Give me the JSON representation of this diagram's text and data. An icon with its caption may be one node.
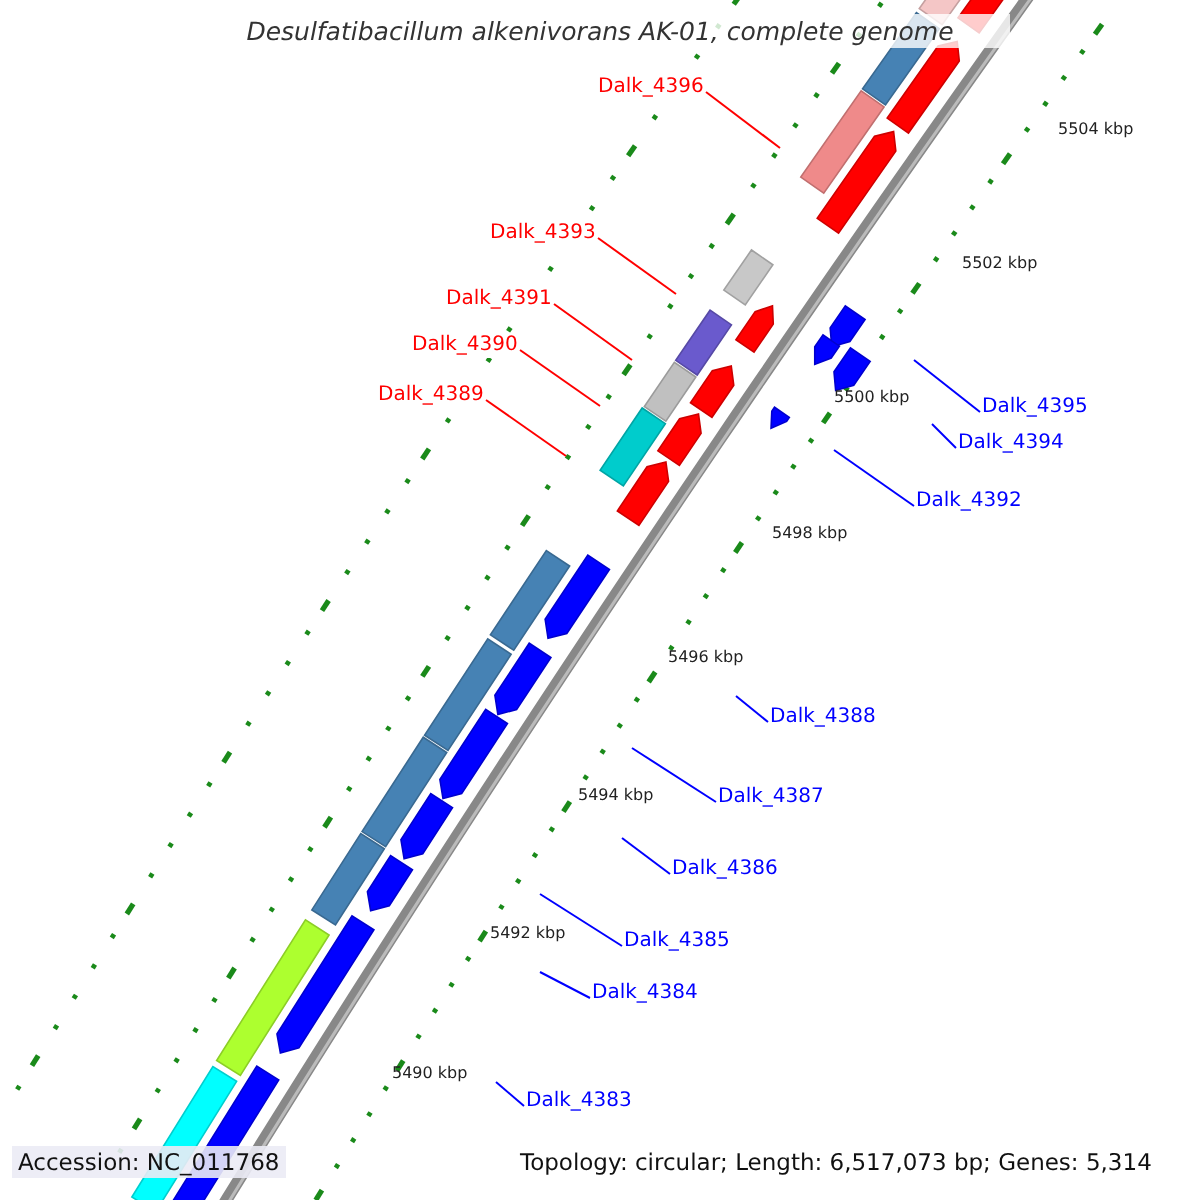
{
  "diagram": {
    "title": "Desulfatibacillum alkenivorans AK-01, complete genome",
    "nodes": [
      {
        "text": [
          "Dalk_4396"
        ]
      },
      {
        "text": [
          "Dalk_4393"
        ]
      },
      {
        "text": [
          "Dalk_4391"
        ]
      },
      {
        "text": [
          "Dalk_4395"
        ]
      },
      {
        "text": [
          "Dalk_4390"
        ]
      },
      {
        "text": [
          "Dalk_4394"
        ]
      },
      {
        "text": [
          "Dalk_4389"
        ]
      },
      {
        "text": [
          "Dalk_4392"
        ]
      },
      {
        "text": [
          "Dalk_4388"
        ]
      },
      {
        "text": [
          "Dalk_4387"
        ]
      },
      {
        "text": [
          "Dalk_4386"
        ]
      },
      {
        "text": [
          "Dalk_4385"
        ]
      },
      {
        "text": [
          "Dalk_4384"
        ]
      },
      {
        "text": [
          "Dalk_4383"
        ]
      }
    ],
    "edges": [
      {
        "from": 0,
        "to": null,
        "arrow": "none",
        "color": "#ff0000"
      },
      {
        "from": 1,
        "to": null,
        "arrow": "none",
        "color": "#ff0000"
      },
      {
        "from": 2,
        "to": null,
        "arrow": "none",
        "color": "#ff0000"
      },
      {
        "from": 3,
        "to": null,
        "arrow": "none"
      },
      {
        "from": 4,
        "to": null,
        "arrow": "none",
        "color": "#ff0000"
      },
      {
        "from": 5,
        "to": null,
        "arrow": "none"
      },
      {
        "from": 6,
        "to": null,
        "arrow": "none",
        "color": "#ff0000"
      },
      {
        "from": 7,
        "to": null,
        "arrow": "none"
      },
      {
        "from": 8,
        "to": null,
        "arrow": "none"
      },
      {
        "from": 9,
        "to": null,
        "arrow": "none"
      },
      {
        "from": 10,
        "to": null,
        "arrow": "none"
      },
      {
        "from": 11,
        "to": null,
        "arrow": "none"
      },
      {
        "from": 12,
        "to": null,
        "arrow": "none"
      },
      {
        "from": 13,
        "to": null,
        "arrow": "none"
      }
    ],
    "labels": [
      "5504 kbp",
      "5502 kbp",
      "5500 kbp",
      "5498 kbp",
      "5496 kbp",
      "5494 kbp",
      "5492 kbp",
      "5490 kbp",
      "Accession: NC_011768",
      "Topology: circular; Length: 6,517,073 bp; Genes: 5,314"
    ]
  }
}
